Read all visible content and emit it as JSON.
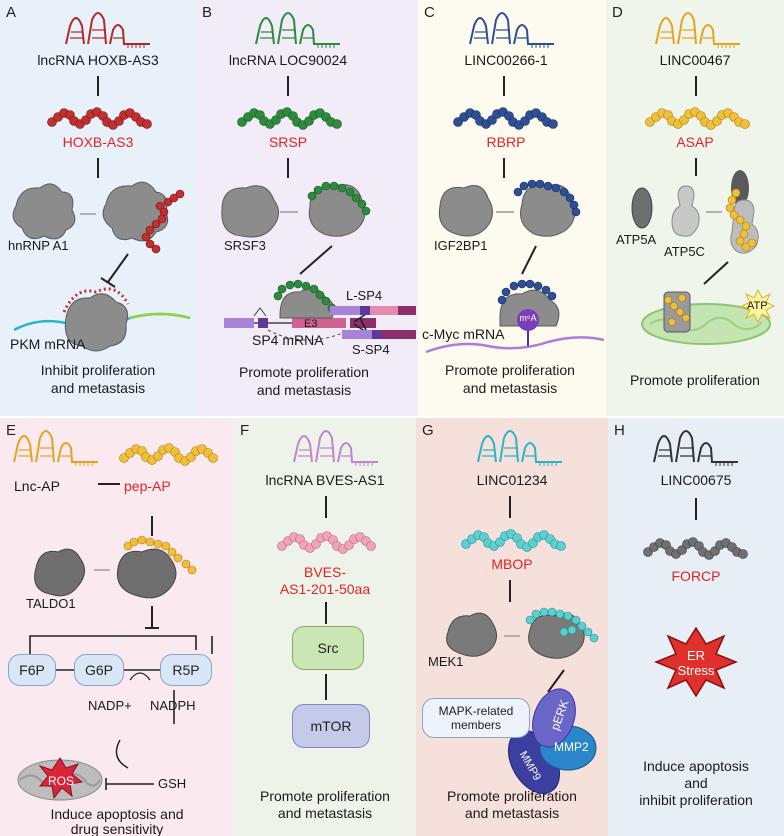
{
  "panels": {
    "A": {
      "label": "A",
      "lncrna": "lncRNA HOXB-AS3",
      "peptide": "HOXB-AS3",
      "protein": "hnRNP A1",
      "target": "PKM mRNA",
      "outcome_line1": "Inhibit proliferation",
      "outcome_line2": "and metastasis",
      "bg": "#e8f0fa",
      "color": "#b02a2a"
    },
    "B": {
      "label": "B",
      "lncrna": "lncRNA LOC90024",
      "peptide": "SRSP",
      "protein": "SRSF3",
      "target": "SP4 mRNA",
      "exon": "E3",
      "isoform_long": "L-SP4",
      "isoform_short": "S-SP4",
      "outcome_line1": "Promote proliferation",
      "outcome_line2": "and metastasis",
      "bg": "#f1ecf7",
      "color": "#2e8b3d"
    },
    "C": {
      "label": "C",
      "lncrna": "LINC00266-1",
      "peptide": "RBRP",
      "protein": "IGF2BP1",
      "target": "c-Myc mRNA",
      "modification": "m⁶A",
      "outcome_line1": "Promote proliferation",
      "outcome_line2": "and metastasis",
      "bg": "#fdfbef",
      "color": "#2f4f95"
    },
    "D": {
      "label": "D",
      "lncrna": "LINC00467",
      "peptide": "ASAP",
      "protein_a": "ATP5A",
      "protein_c": "ATP5C",
      "product": "ATP",
      "outcome_line1": "Promote proliferation",
      "bg": "#f0f5ec",
      "color": "#e2a520"
    },
    "E": {
      "label": "E",
      "lncrna": "Lnc-AP",
      "peptide": "pep-AP",
      "protein": "TALDO1",
      "metabolite_1": "F6P",
      "metabolite_2": "G6P",
      "metabolite_3": "R5P",
      "cofactor_in": "NADP+",
      "cofactor_out": "NADPH",
      "antioxidant": "GSH",
      "ros": "ROS",
      "outcome_line1": "Induce apoptosis and",
      "outcome_line2": "drug sensitivity",
      "bg": "#fbe9f0",
      "color": "#e2a520"
    },
    "F": {
      "label": "F",
      "lncrna": "lncRNA BVES-AS1",
      "peptide_line1": "BVES-",
      "peptide_line2": "AS1-201-50aa",
      "kinase_1": "Src",
      "kinase_2": "mTOR",
      "outcome_line1": "Promote proliferation",
      "outcome_line2": "and metastasis",
      "bg": "#eef3ea",
      "color": "#e87a9a"
    },
    "G": {
      "label": "G",
      "lncrna": "LINC01234",
      "peptide": "MBOP",
      "protein": "MEK1",
      "box_line1": "MAPK-related",
      "box_line2": "members",
      "effector_1": "pERK",
      "effector_2": "MMP9",
      "effector_3": "MMP2",
      "outcome_line1": "Promote proliferation",
      "outcome_line2": "and metastasis",
      "bg": "#f6e0dc",
      "color": "#2bbcc0"
    },
    "H": {
      "label": "H",
      "lncrna": "LINC00675",
      "peptide": "FORCP",
      "stress_line1": "ER",
      "stress_line2": "Stress",
      "outcome_line1": "Induce apoptosis",
      "outcome_line2": "and",
      "outcome_line3": "inhibit proliferation",
      "bg": "#e8eef6",
      "color": "#555555"
    }
  }
}
